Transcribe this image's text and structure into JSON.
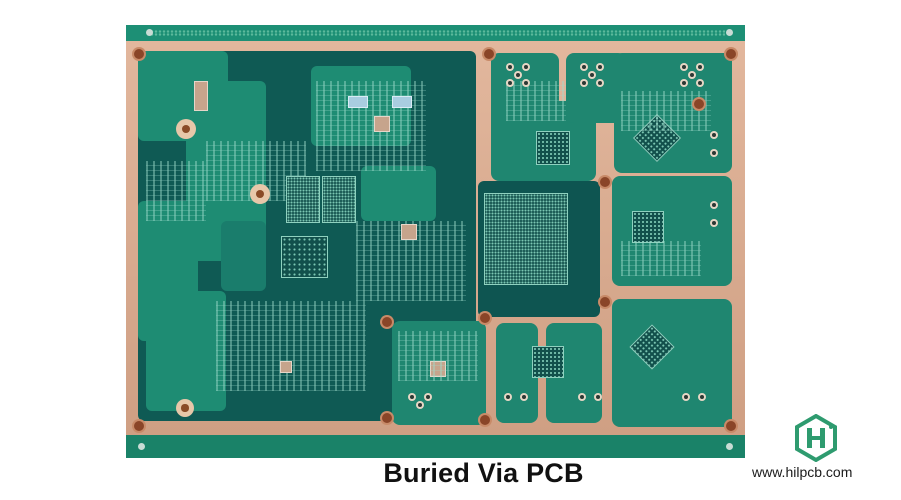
{
  "image": {
    "subject": "Multilayer printed circuit board with green solder mask, copper frame, BGA packages and mounting holes",
    "caption": "Buried Via PCB"
  },
  "logo": {
    "icon": "hexagon-h-logo-icon",
    "color": "#2e9b6f",
    "url_text": "www.hilpcb.com"
  },
  "colors": {
    "solder_mask_light": "#1f8a72",
    "solder_mask_dark": "#0f5a54",
    "copper_frame": "#d8a98c",
    "background": "#ffffff",
    "caption_text": "#111111"
  }
}
